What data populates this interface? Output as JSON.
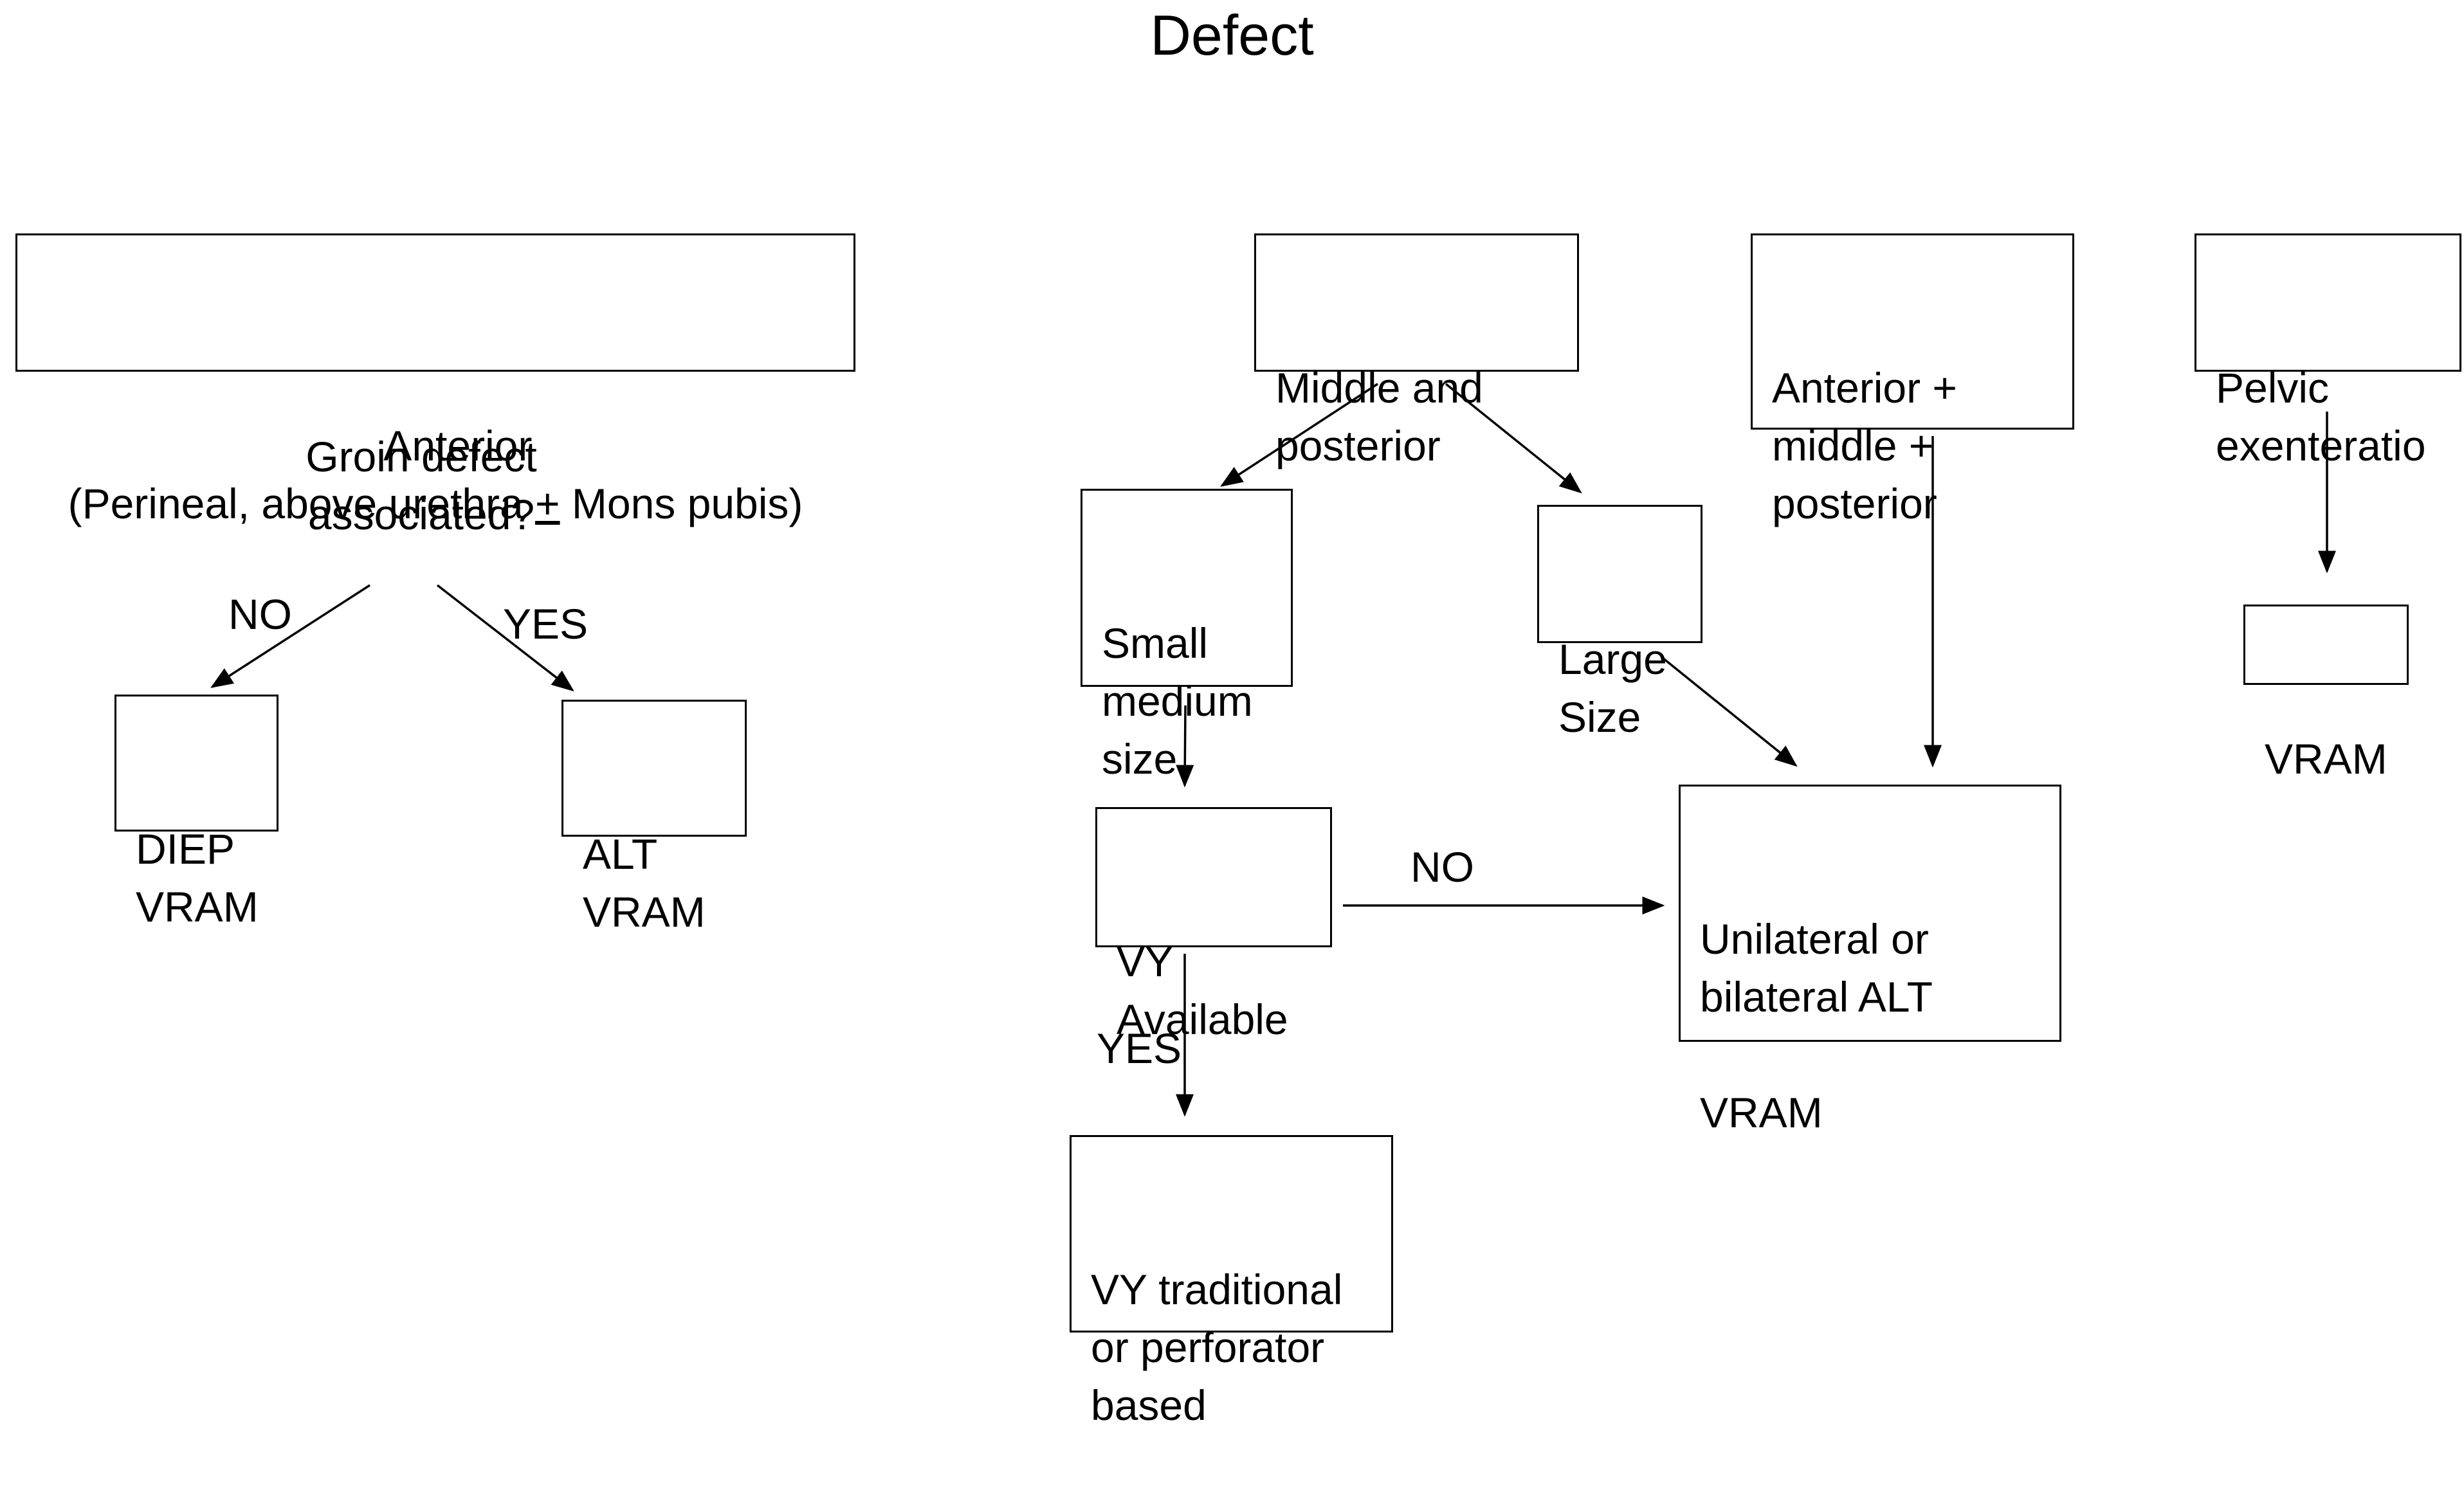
{
  "title": "Defect",
  "nodes": {
    "anterior": {
      "line1": "Anterior",
      "line2_pre": "(Perineal, above urethra ",
      "line2_sym": "+",
      "line2_post": " Mons pubis)"
    },
    "groin_question": "Groin defect\nassociated?",
    "diep_vram": "DIEP\nVRAM",
    "alt_vram": "ALT\nVRAM",
    "middle_posterior": "Middle and\nposterior",
    "small_medium": "Small\nmedium\nsize",
    "large_size": "Large\nSize",
    "vy_available": "VY\nAvailable",
    "vy_traditional": "VY traditional\nor perforator\nbased",
    "anterior_middle_posterior": "Anterior +\nmiddle +\nposterior",
    "unilateral_bilateral": "Unilateral or\nbilateral ALT\n\nVRAM",
    "pelvic_exenteration": "Pelvic\nexenteratio",
    "vram": "VRAM"
  },
  "edge_labels": {
    "groin_no": "NO",
    "groin_yes": "YES",
    "vy_no": "NO",
    "vy_yes": "YES"
  }
}
